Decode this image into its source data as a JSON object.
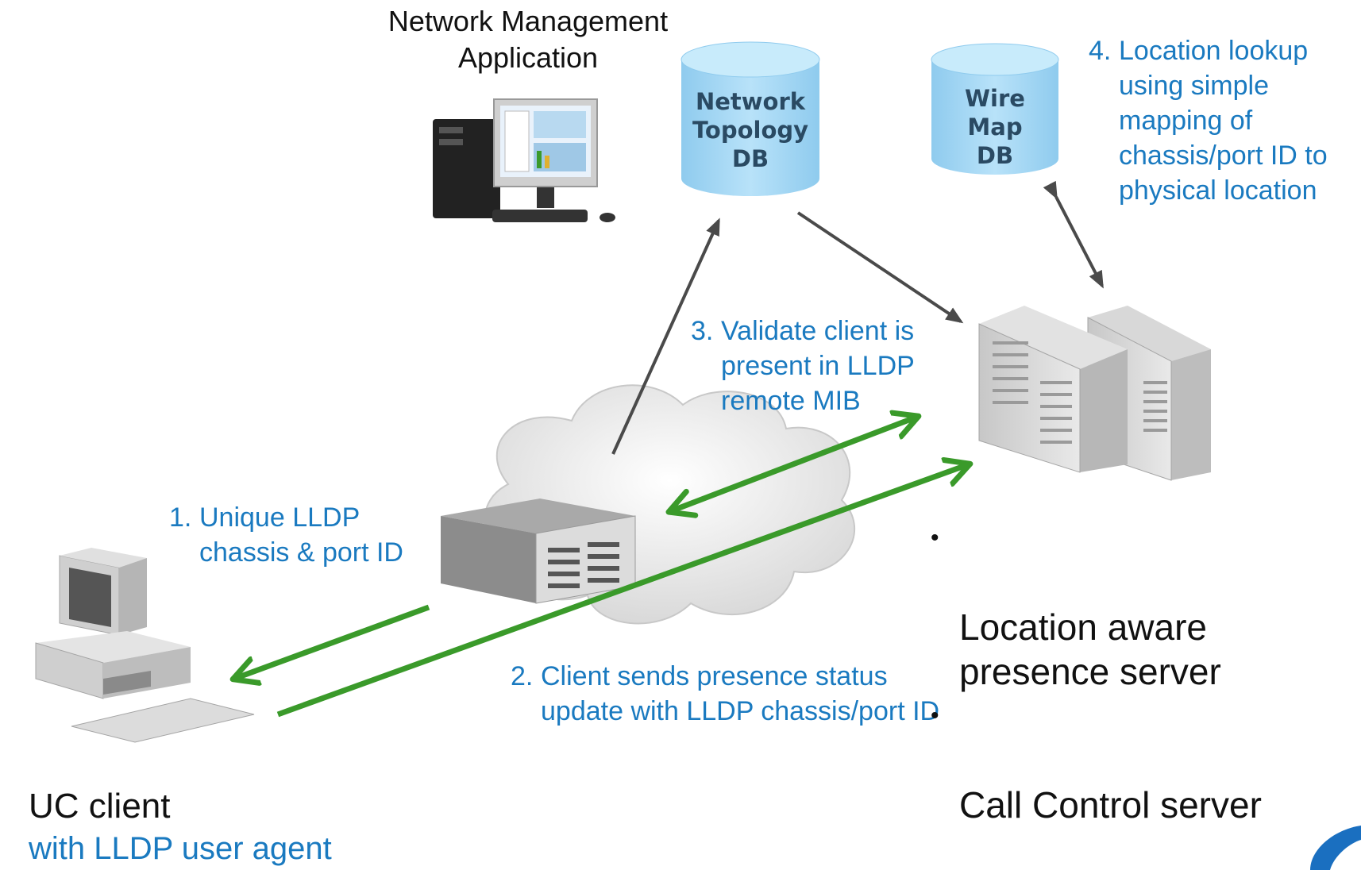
{
  "nms": {
    "title": "Network Management\nApplication"
  },
  "topology_db": {
    "label": "Network\nTopology\nDB"
  },
  "wiremap_db": {
    "label": "Wire\nMap\nDB"
  },
  "steps": {
    "s1": {
      "num": "1.",
      "text": "Unique LLDP\nchassis & port ID"
    },
    "s2": {
      "num": "2.",
      "text": "Client sends presence status\nupdate with LLDP chassis/port ID"
    },
    "s3": {
      "num": "3.",
      "text": "Validate client is\npresent in LLDP\nremote MIB"
    },
    "s4": {
      "num": "4.",
      "text": "Location lookup\nusing simple\nmapping of\nchassis/port ID to\nphysical location"
    }
  },
  "server": {
    "bullets": [
      "Location aware\npresence server",
      "Call Control server"
    ]
  },
  "client": {
    "title": "UC client",
    "subtitle": "with LLDP user agent"
  },
  "colors": {
    "accent_blue": "#1a7ac0",
    "arrow_green": "#3a9a2a",
    "arrow_gray": "#4a4a4a",
    "db_fill": "#a7d8f5"
  }
}
